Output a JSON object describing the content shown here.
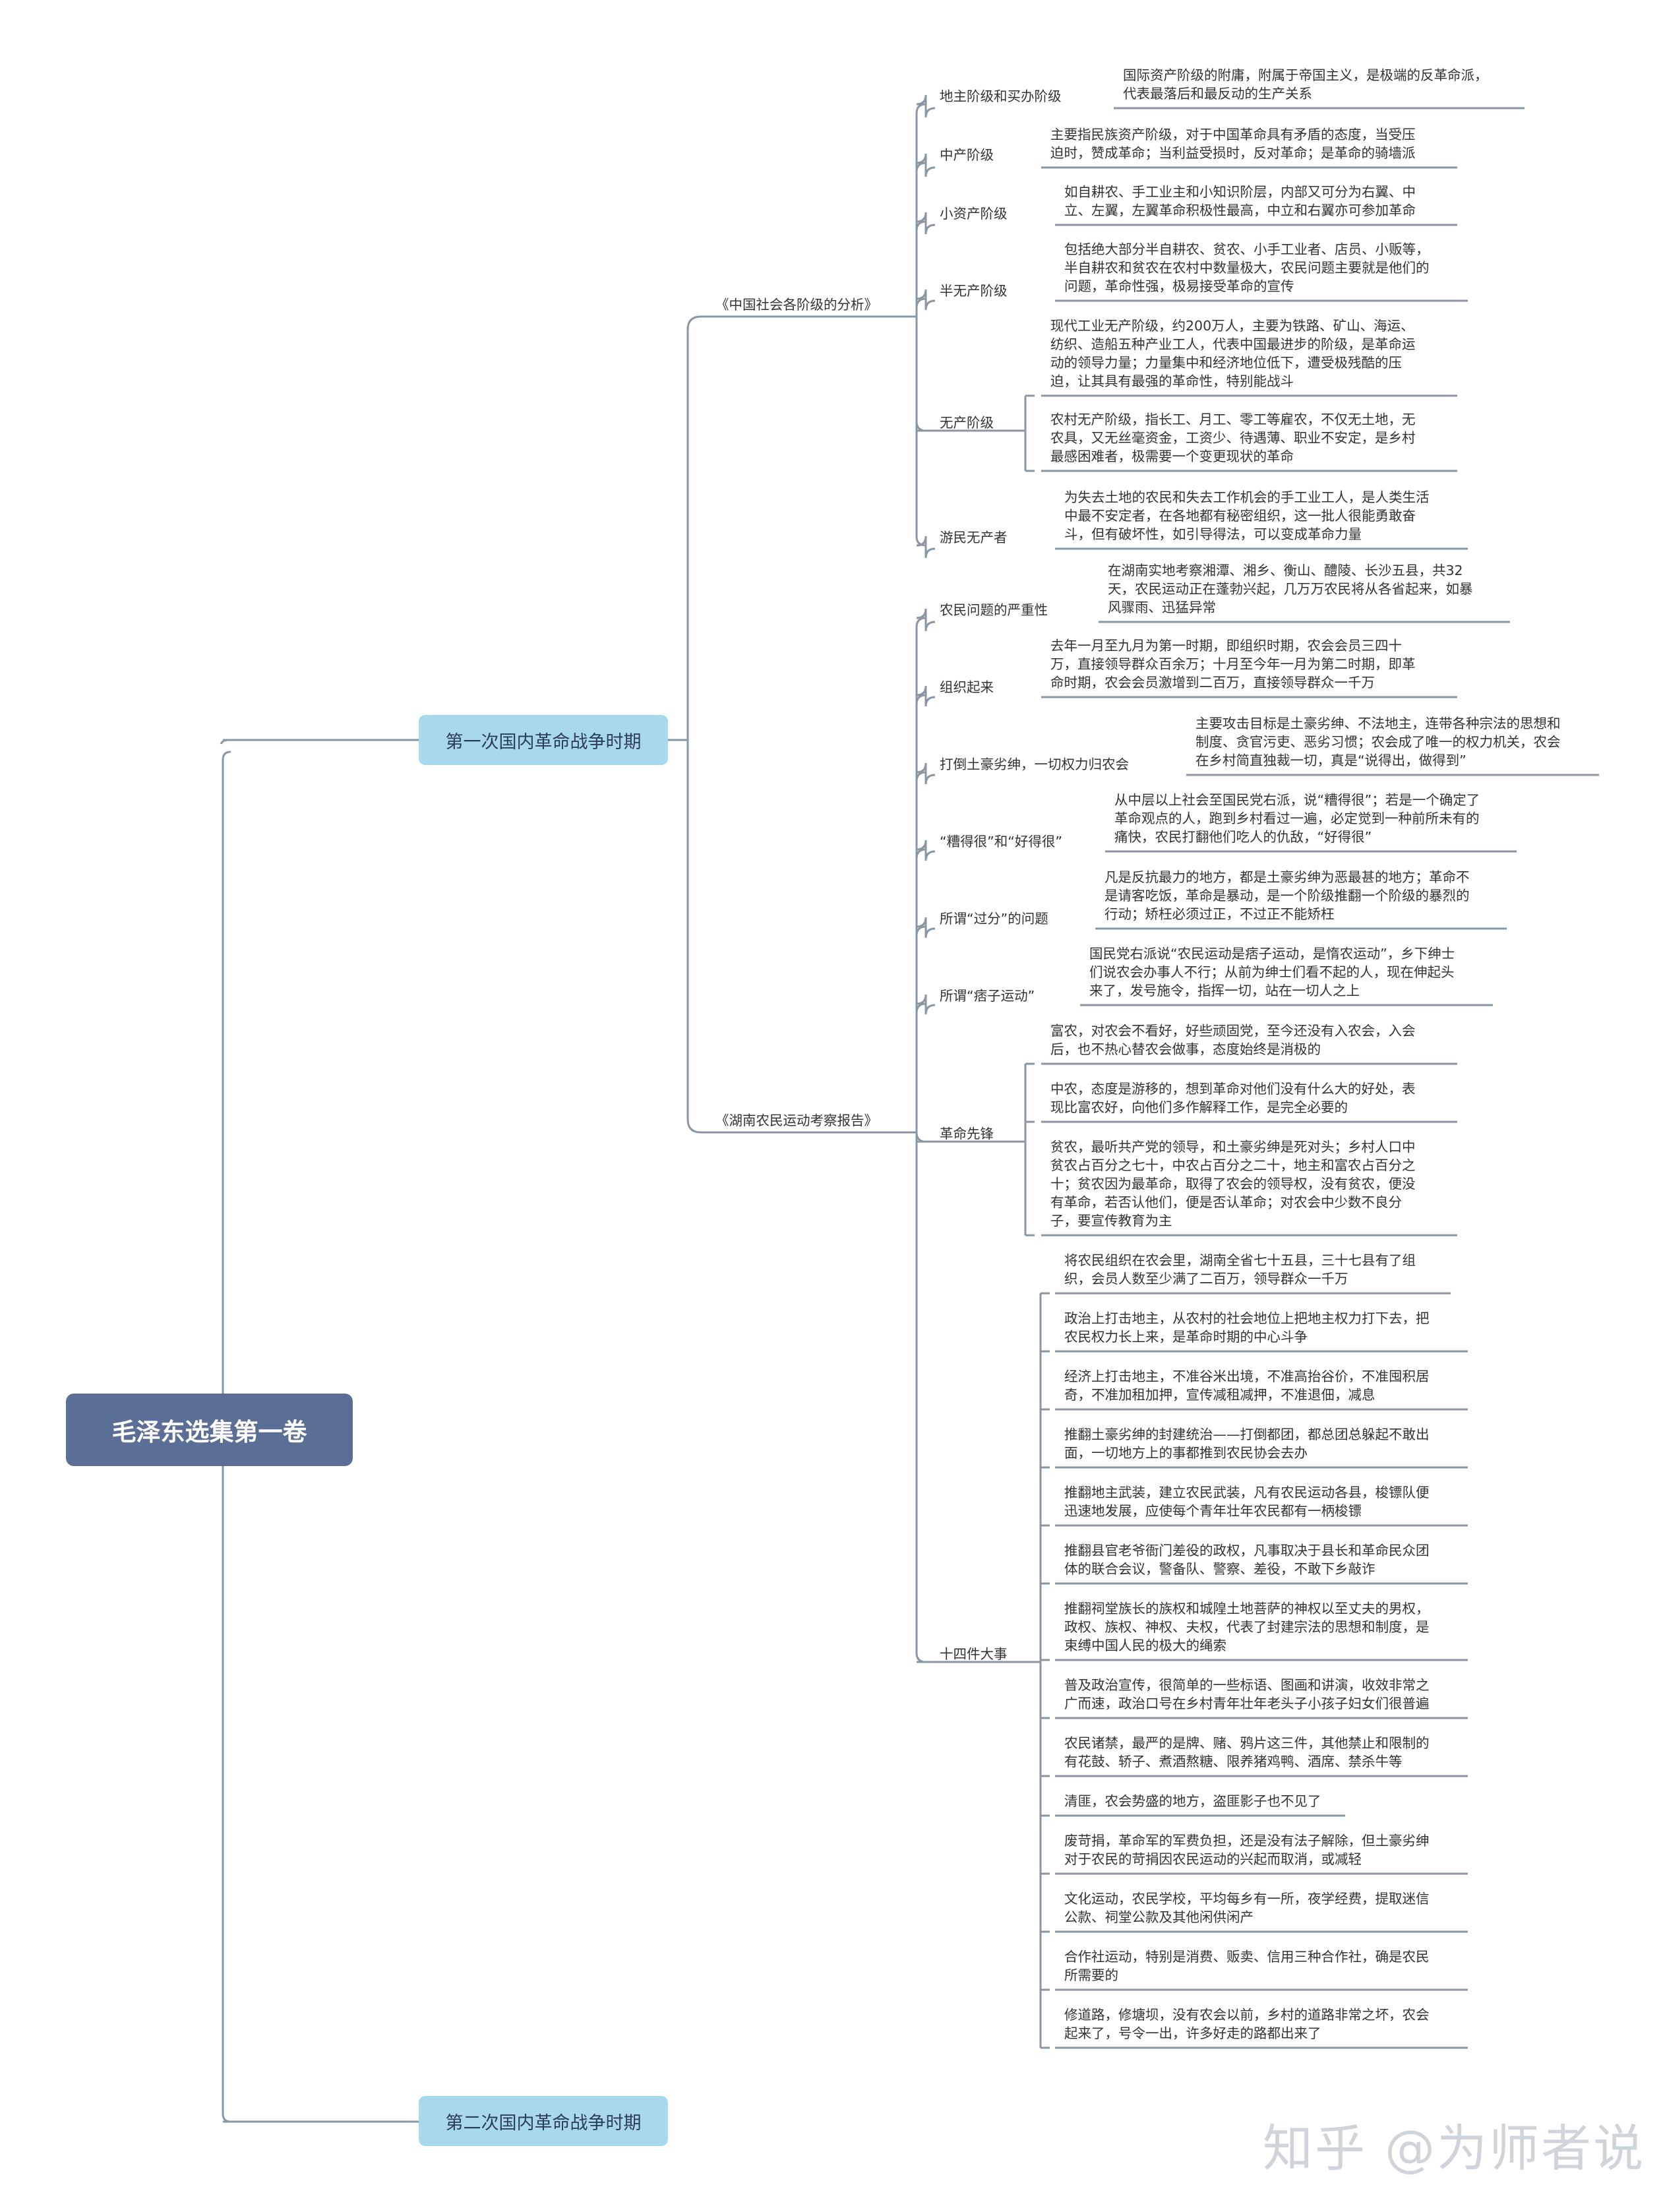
{
  "root": "毛泽东选集第一卷",
  "periods": [
    "第一次国内革命战争时期",
    "第二次国内革命战争时期"
  ],
  "books": [
    "《中国社会各阶级的分析》",
    "《湖南农民运动考察报告》"
  ],
  "classes": [
    {
      "label": "地主阶级和买办阶级",
      "leaves": [
        "国际资产阶级的附庸，附属于帝国主义，是极端的反革命派，\n代表最落后和最反动的生产关系"
      ]
    },
    {
      "label": "中产阶级",
      "leaves": [
        "主要指民族资产阶级，对于中国革命具有矛盾的态度，当受压\n迫时，赞成革命；当利益受损时，反对革命；是革命的骑墙派"
      ]
    },
    {
      "label": "小资产阶级",
      "leaves": [
        "如自耕农、手工业主和小知识阶层，内部又可分为右翼、中\n立、左翼，左翼革命积极性最高，中立和右翼亦可参加革命"
      ]
    },
    {
      "label": "半无产阶级",
      "leaves": [
        "包括绝大部分半自耕农、贫农、小手工业者、店员、小贩等，\n半自耕农和贫农在农村中数量极大，农民问题主要就是他们的\n问题，革命性强，极易接受革命的宣传"
      ]
    },
    {
      "label": "无产阶级",
      "leaves": [
        "现代工业无产阶级，约200万人，主要为铁路、矿山、海运、\n纺织、造船五种产业工人，代表中国最进步的阶级，是革命运\n动的领导力量；力量集中和经济地位低下，遭受极残酷的压\n迫，让其具有最强的革命性，特别能战斗",
        "农村无产阶级，指长工、月工、零工等雇农，不仅无土地，无\n农具，又无丝毫资金，工资少、待遇薄、职业不安定，是乡村\n最感困难者，极需要一个变更现状的革命"
      ]
    },
    {
      "label": "游民无产者",
      "leaves": [
        "为失去土地的农民和失去工作机会的手工业工人，是人类生活\n中最不安定者，在各地都有秘密组织，这一批人很能勇敢奋\n斗，但有破坏性，如引导得法，可以变成革命力量"
      ]
    }
  ],
  "hunan": [
    {
      "label": "农民问题的严重性",
      "leaves": [
        "在湖南实地考察湘潭、湘乡、衡山、醴陵、长沙五县，共32\n天，农民运动正在蓬勃兴起，几万万农民将从各省起来，如暴\n风骤雨、迅猛异常"
      ]
    },
    {
      "label": "组织起来",
      "leaves": [
        "去年一月至九月为第一时期，即组织时期，农会会员三四十\n万，直接领导群众百余万；十月至今年一月为第二时期，即革\n命时期，农会会员激增到二百万，直接领导群众一千万"
      ]
    },
    {
      "label": "打倒土豪劣绅，一切权力归农会",
      "leaves": [
        "主要攻击目标是土豪劣绅、不法地主，连带各种宗法的思想和\n制度、贪官污吏、恶劣习惯；农会成了唯一的权力机关，农会\n在乡村简直独裁一切，真是“说得出，做得到”"
      ]
    },
    {
      "label": "“糟得很”和“好得很”",
      "leaves": [
        "从中层以上社会至国民党右派，说“糟得很”；若是一个确定了\n革命观点的人，跑到乡村看过一遍，必定觉到一种前所未有的\n痛快，农民打翻他们吃人的仇敌，“好得很”"
      ]
    },
    {
      "label": "所谓“过分”的问题",
      "leaves": [
        "凡是反抗最力的地方，都是土豪劣绅为恶最甚的地方；革命不\n是请客吃饭，革命是暴动，是一个阶级推翻一个阶级的暴烈的\n行动；矫枉必须过正，不过正不能矫枉"
      ]
    },
    {
      "label": "所谓“痞子运动”",
      "leaves": [
        "国民党右派说“农民运动是痞子运动，是惰农运动”，乡下绅士\n们说农会办事人不行；从前为绅士们看不起的人，现在伸起头\n来了，发号施令，指挥一切，站在一切人之上"
      ]
    },
    {
      "label": "革命先锋",
      "leaves": [
        "富农，对农会不看好，好些顽固党，至今还没有入农会，入会\n后，也不热心替农会做事，态度始终是消极的",
        "中农，态度是游移的，想到革命对他们没有什么大的好处，表\n现比富农好，向他们多作解释工作，是完全必要的",
        "贫农，最听共产党的领导，和土豪劣绅是死对头；乡村人口中\n贫农占百分之七十，中农占百分之二十，地主和富农占百分之\n十；贫农因为最革命，取得了农会的领导权，没有贫农，便没\n有革命，若否认他们，便是否认革命；对农会中少数不良分\n子，要宣传教育为主"
      ]
    },
    {
      "label": "十四件大事",
      "leaves": [
        "将农民组织在农会里，湖南全省七十五县，三十七县有了组\n织，会员人数至少满了二百万，领导群众一千万",
        "政治上打击地主，从农村的社会地位上把地主权力打下去，把\n农民权力长上来，是革命时期的中心斗争",
        "经济上打击地主，不准谷米出境，不准高抬谷价，不准囤积居\n奇，不准加租加押，宣传减租减押，不准退佃，减息",
        "推翻土豪劣绅的封建统治——打倒都团，都总团总躲起不敢出\n面，一切地方上的事都推到农民协会去办",
        "推翻地主武装，建立农民武装，凡有农民运动各县，梭镖队便\n迅速地发展，应使每个青年壮年农民都有一柄梭镖",
        "推翻县官老爷衙门差役的政权，凡事取决于县长和革命民众团\n体的联合会议，警备队、警察、差役，不敢下乡敲诈",
        "推翻祠堂族长的族权和城隍土地菩萨的神权以至丈夫的男权，\n政权、族权、神权、夫权，代表了封建宗法的思想和制度，是\n束缚中国人民的极大的绳索",
        "普及政治宣传，很简单的一些标语、图画和讲演，收效非常之\n广而速，政治口号在乡村青年壮年老头子小孩子妇女们很普遍",
        "农民诸禁，最严的是牌、赌、鸦片这三件，其他禁止和限制的\n有花鼓、轿子、煮酒熬糖、限养猪鸡鸭、酒席、禁杀牛等",
        "清匪，农会势盛的地方，盗匪影子也不见了",
        "废苛捐，革命军的军费负担，还是没有法子解除，但土豪劣绅\n对于农民的苛捐因农民运动的兴起而取消，或减轻",
        "文化运动，农民学校，平均每乡有一所，夜学经费，提取迷信\n公款、祠堂公款及其他闲供闲产",
        "合作社运动，特别是消费、贩卖、信用三种合作社，确是农民\n所需要的",
        "修道路，修塘坝，没有农会以前，乡村的道路非常之坏，农会\n起来了，号令一出，许多好走的路都出来了"
      ]
    }
  ],
  "watermark": "知乎 @为师者说",
  "colors": {
    "root_bg": "#5b6f96",
    "period_bg": "#a8d8ec",
    "line": "#8a96a3"
  }
}
